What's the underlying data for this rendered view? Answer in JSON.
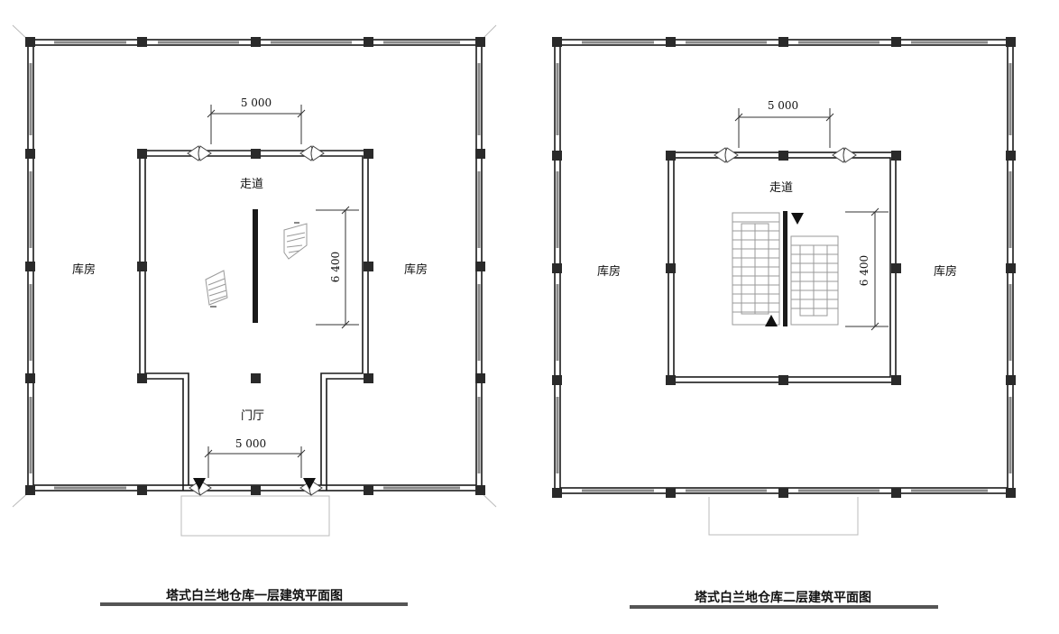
{
  "plans": {
    "first": {
      "corridor": "走道",
      "store_left": "库房",
      "store_right": "库房",
      "lobby": "门厅",
      "dim_top": "5 000",
      "dim_bottom": "5 000",
      "dim_side": "6 400",
      "caption": "塔式白兰地仓库一层建筑平面图"
    },
    "second": {
      "corridor": "走道",
      "store_left": "库房",
      "store_right": "库房",
      "dim_top": "5 000",
      "dim_side": "6 400",
      "caption": "塔式白兰地仓库二层建筑平面图"
    }
  },
  "colors": {
    "wall": "#1a1a1a",
    "column": "#2a2a2a",
    "stair": "#9a9a9a",
    "caption_bar": "#555555"
  }
}
